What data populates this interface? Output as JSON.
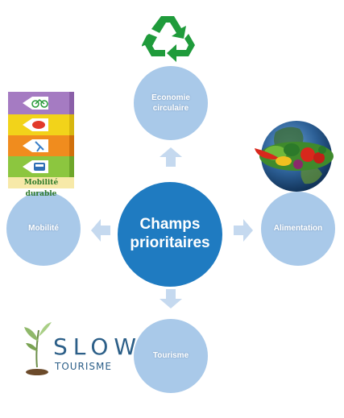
{
  "center": {
    "line1": "Champs",
    "line2": "prioritaires"
  },
  "nodes": {
    "top": {
      "line1": "Economie",
      "line2": "circulaire"
    },
    "right": {
      "label": "Alimentation"
    },
    "bottom": {
      "label": "Tourisme"
    },
    "left": {
      "label": "Mobilité"
    }
  },
  "mobility_badge": {
    "caption": "Mobilité durable"
  },
  "slow_tourism": {
    "line1": "SLOW",
    "line2": "TOURISME"
  },
  "colors": {
    "center": "#1f7bc1",
    "node": "#a9c9e9",
    "arrow": "#c5d9ef",
    "recycle": "#1f9b3b",
    "badge_purple": "#a57bc2",
    "badge_yellow": "#f2d31a",
    "badge_orange": "#f08c1e",
    "badge_green": "#8cc63f"
  }
}
